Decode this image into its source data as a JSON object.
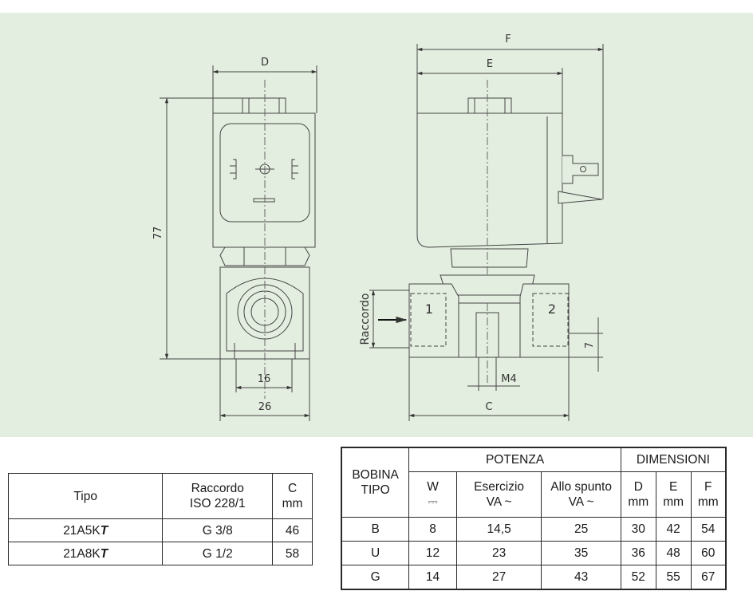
{
  "drawing": {
    "left_view": {
      "dim_top": "D",
      "dim_height": "77",
      "dim_inner": "16",
      "dim_bottom": "26"
    },
    "right_view": {
      "dim_outer": "F",
      "dim_inner": "E",
      "port_in": "1",
      "port_out": "2",
      "side_label": "Raccordo",
      "dim_small": "7",
      "dim_screw": "M4",
      "dim_bottom": "C"
    }
  },
  "table_tipo": {
    "headers": [
      "Tipo",
      "Raccordo ISO 228/1",
      "C mm"
    ],
    "header_raccordo": [
      "Raccordo",
      "ISO 228/1"
    ],
    "header_c": [
      "C",
      "mm"
    ],
    "rows": [
      {
        "tipo": "21A5K",
        "suffix": "T",
        "raccordo": "G 3/8",
        "c": "46"
      },
      {
        "tipo": "21A8K",
        "suffix": "T",
        "raccordo": "G 1/2",
        "c": "58"
      }
    ]
  },
  "table_bobina": {
    "col_bobina": [
      "BOBINA",
      "TIPO"
    ],
    "group_potenza": "POTENZA",
    "group_dimensioni": "DIMENSIONI",
    "sub_w": [
      "W",
      "⎓"
    ],
    "sub_esercizio": [
      "Esercizio",
      "VA ~"
    ],
    "sub_spunto": [
      "Allo spunto",
      "VA ~"
    ],
    "sub_d": [
      "D",
      "mm"
    ],
    "sub_e": [
      "E",
      "mm"
    ],
    "sub_f": [
      "F",
      "mm"
    ],
    "rows": [
      {
        "bobina": "B",
        "w": "8",
        "esercizio": "14,5",
        "spunto": "25",
        "d": "30",
        "e": "42",
        "f": "54"
      },
      {
        "bobina": "U",
        "w": "12",
        "esercizio": "23",
        "spunto": "35",
        "d": "36",
        "e": "48",
        "f": "60"
      },
      {
        "bobina": "G",
        "w": "14",
        "esercizio": "27",
        "spunto": "43",
        "d": "52",
        "e": "55",
        "f": "67"
      }
    ]
  }
}
